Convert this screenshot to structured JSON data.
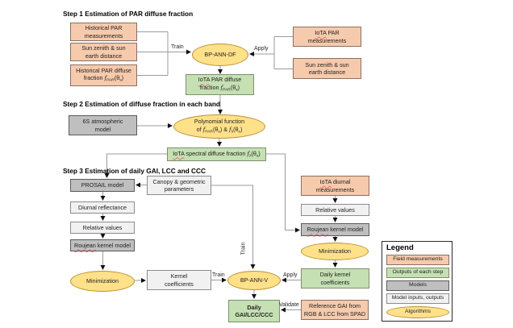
{
  "titles": {
    "step1": "Step 1 Estimation of PAR diffuse fraction",
    "step2": "Step 2 Estimation of diffuse fraction in each band",
    "step3": "Step 3 Estimation of daily GAI, LCC and CCC"
  },
  "edge_labels": {
    "train": "Train",
    "apply": "Apply",
    "validate": "Validate"
  },
  "nodes": {
    "hist_par": {
      "type": "field",
      "label": [
        [
          "Historical PAR"
        ],
        [
          "measurements"
        ]
      ]
    },
    "sun_zenith_1": {
      "type": "field",
      "label": [
        [
          "Sun zenith & sun"
        ],
        [
          "earth distance"
        ]
      ]
    },
    "hist_par_diff": {
      "type": "field",
      "label": [
        [
          "Historical PAR diffuse"
        ],
        [
          "fraction ",
          {
            "t": "f",
            "s": "i"
          },
          {
            "t": "PAR",
            "s": "sub"
          },
          "(θ",
          {
            "t": "s",
            "s": "sub"
          },
          ")"
        ]
      ]
    },
    "bp_ann_df": {
      "type": "algo",
      "label": [
        [
          "BP-ANN-DF"
        ]
      ]
    },
    "iota_par_meas": {
      "type": "field",
      "label": [
        [
          {
            "t": "IoTA",
            "s": "sp"
          },
          " PAR"
        ],
        [
          "measurements"
        ]
      ]
    },
    "sun_zenith_2": {
      "type": "field",
      "label": [
        [
          "Sun zenith & sun"
        ],
        [
          "earth distance"
        ]
      ]
    },
    "iota_par_diff": {
      "type": "output",
      "label": [
        [
          {
            "t": "IoTA",
            "s": "sp"
          },
          " PAR diffuse"
        ],
        [
          "fraction ",
          {
            "t": "f",
            "s": "i"
          },
          {
            "t": "PAR",
            "s": "sub"
          },
          "(θ",
          {
            "t": "s",
            "s": "sub"
          },
          ")"
        ]
      ]
    },
    "atmos_6s": {
      "type": "model",
      "label": [
        [
          "6S atmospheric"
        ],
        [
          "model"
        ]
      ]
    },
    "polynomial": {
      "type": "algo",
      "label": [
        [
          "Polynomial function"
        ],
        [
          "of ",
          {
            "t": "f",
            "s": "i"
          },
          {
            "t": "PAR",
            "s": "sub"
          },
          "(θ",
          {
            "t": "s",
            "s": "sub"
          },
          ") & ",
          {
            "t": "f",
            "s": "i"
          },
          {
            "t": "λ",
            "s": "sub"
          },
          "(θ",
          {
            "t": "s",
            "s": "sub"
          },
          ")"
        ]
      ]
    },
    "iota_spectral": {
      "type": "output",
      "label": [
        [
          {
            "t": "IoTA",
            "s": "sp"
          },
          " spectral diffuse fraction ",
          {
            "t": "f",
            "s": "i"
          },
          {
            "t": "λ",
            "s": "sub"
          },
          "(θ",
          {
            "t": "s",
            "s": "sub"
          },
          ")"
        ]
      ]
    },
    "prosail": {
      "type": "model",
      "label": [
        [
          "PROSAIL model"
        ]
      ]
    },
    "canopy": {
      "type": "io",
      "label": [
        [
          "Canopy & geometric"
        ],
        [
          "parameters"
        ]
      ]
    },
    "diurnal_refl": {
      "type": "io",
      "label": [
        [
          "Diurnal reflectance"
        ]
      ]
    },
    "relative_l": {
      "type": "io",
      "label": [
        [
          "Relative values"
        ]
      ]
    },
    "roujean_l": {
      "type": "model",
      "label": [
        [
          {
            "t": "Roujean",
            "s": "sp"
          },
          " kernel model"
        ]
      ]
    },
    "minimization_l": {
      "type": "algo",
      "label": [
        [
          "Minimization"
        ]
      ]
    },
    "kernel_coef": {
      "type": "io",
      "label": [
        [
          "Kernel"
        ],
        [
          "coefficients"
        ]
      ]
    },
    "bp_ann_v": {
      "type": "algo",
      "label": [
        [
          "BP-ANN-V"
        ]
      ]
    },
    "daily_gai": {
      "type": "output",
      "label": [
        [
          "Daily"
        ],
        [
          "GAI/LCC/CCC"
        ]
      ]
    },
    "iota_diurnal": {
      "type": "field",
      "label": [
        [
          {
            "t": "IoTA",
            "s": "sp"
          },
          " diurnal"
        ],
        [
          "measurements"
        ]
      ]
    },
    "relative_r": {
      "type": "io",
      "label": [
        [
          "Relative values"
        ]
      ]
    },
    "roujean_r": {
      "type": "model",
      "label": [
        [
          {
            "t": "Roujean",
            "s": "sp"
          },
          " kernel model"
        ]
      ]
    },
    "minimization_r": {
      "type": "algo",
      "label": [
        [
          "Minimization"
        ]
      ]
    },
    "daily_kernel": {
      "type": "output",
      "label": [
        [
          "Daily kernel"
        ],
        [
          "coefficients"
        ]
      ]
    },
    "reference_gai": {
      "type": "field",
      "label": [
        [
          "Reference GAI from"
        ],
        [
          "RGB & LCC from SPAD"
        ]
      ]
    }
  },
  "legend": {
    "title": "Legend",
    "items": [
      {
        "label": "Field measurements",
        "type": "field"
      },
      {
        "label": "Outputs of each step",
        "type": "output"
      },
      {
        "label": "Models",
        "type": "model"
      },
      {
        "label": "Model inputs, outputs",
        "type": "io"
      },
      {
        "label": "Algorithms",
        "type": "algo"
      }
    ]
  },
  "colors": {
    "field": "#F6CAAC",
    "output": "#C5E0B3",
    "model": "#BFBFBF",
    "io": "#F1F1F1",
    "algorithm": "#FFE18A",
    "line": "#9b9b9b",
    "arrow": "#111111"
  }
}
